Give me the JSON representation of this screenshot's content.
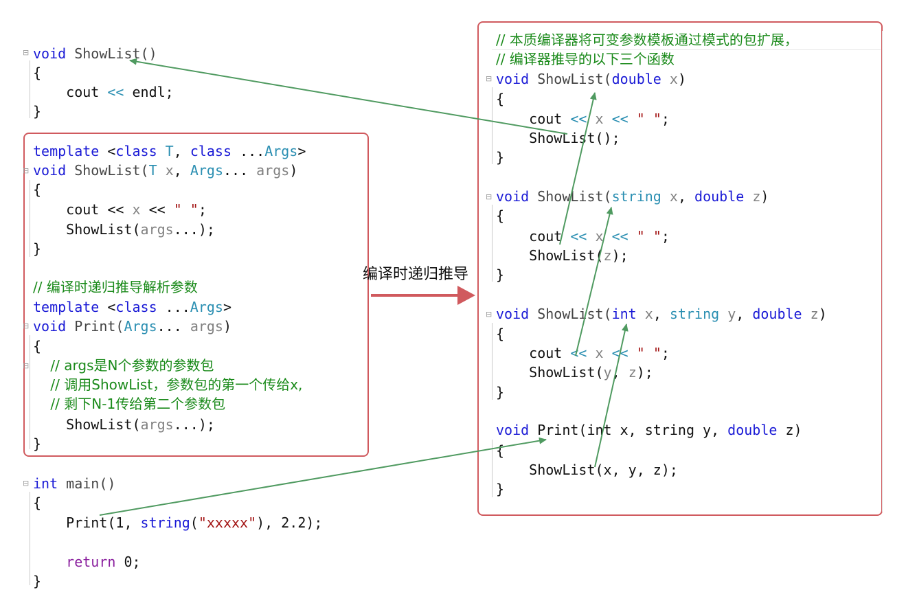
{
  "colors": {
    "keyword": "#1a1ad6",
    "type": "#2b8fb2",
    "func": "#444444",
    "param": "#808080",
    "string": "#a31515",
    "comment": "#1a8a1a",
    "plain": "#111111",
    "box_border": "#d05a5e",
    "green_arrow": "#4f9a60",
    "red_arrow": "#d05a5e",
    "purple": "#8a1f9e"
  },
  "left_code": [
    {
      "name": "line-void-showlist-empty",
      "segs": [
        [
          "void",
          "keyword"
        ],
        [
          " ShowList()",
          "func"
        ]
      ]
    },
    {
      "name": "line-open-brace-1",
      "segs": [
        [
          "{",
          "plain"
        ]
      ]
    },
    {
      "name": "line-cout-endl",
      "segs": [
        [
          "    cout ",
          "plain"
        ],
        [
          "<<",
          "type"
        ],
        [
          " endl;",
          "plain"
        ]
      ]
    },
    {
      "name": "line-close-brace-1",
      "segs": [
        [
          "}",
          "plain"
        ]
      ]
    },
    {
      "name": "line-template-T-Args",
      "segs": [
        [
          "template ",
          "keyword"
        ],
        [
          "<",
          "plain"
        ],
        [
          "class ",
          "keyword"
        ],
        [
          "T",
          "type"
        ],
        [
          ", ",
          "plain"
        ],
        [
          "class ",
          "keyword"
        ],
        [
          "...",
          "plain"
        ],
        [
          "Args",
          "type"
        ],
        [
          ">",
          "plain"
        ]
      ]
    },
    {
      "name": "line-void-showlist-T-args",
      "segs": [
        [
          "void",
          "keyword"
        ],
        [
          " ShowList(",
          "func"
        ],
        [
          "T ",
          "type"
        ],
        [
          "x",
          "param"
        ],
        [
          ", ",
          "plain"
        ],
        [
          "Args",
          "type"
        ],
        [
          "... ",
          "plain"
        ],
        [
          "args",
          "param"
        ],
        [
          ")",
          "plain"
        ]
      ]
    },
    {
      "name": "line-open-brace-2",
      "segs": [
        [
          "{",
          "plain"
        ]
      ]
    },
    {
      "name": "line-cout-x",
      "segs": [
        [
          "    cout << ",
          "plain"
        ],
        [
          "x",
          "param"
        ],
        [
          " << ",
          "plain"
        ],
        [
          "\" \"",
          "string"
        ],
        [
          ";",
          "plain"
        ]
      ]
    },
    {
      "name": "line-showlist-args",
      "segs": [
        [
          "    ShowList(",
          "plain"
        ],
        [
          "args",
          "param"
        ],
        [
          "...);",
          "plain"
        ]
      ]
    },
    {
      "name": "line-close-brace-2",
      "segs": [
        [
          "}",
          "plain"
        ]
      ]
    },
    {
      "name": "line-comment-recursive",
      "segs": [
        [
          "// 编译时递归推导解析参数",
          "comment"
        ]
      ]
    },
    {
      "name": "line-template-Args",
      "segs": [
        [
          "template ",
          "keyword"
        ],
        [
          "<",
          "plain"
        ],
        [
          "class ",
          "keyword"
        ],
        [
          "...",
          "plain"
        ],
        [
          "Args",
          "type"
        ],
        [
          ">",
          "plain"
        ]
      ]
    },
    {
      "name": "line-void-print-args",
      "segs": [
        [
          "void",
          "keyword"
        ],
        [
          " Print(",
          "func"
        ],
        [
          "Args",
          "type"
        ],
        [
          "... ",
          "plain"
        ],
        [
          "args",
          "param"
        ],
        [
          ")",
          "plain"
        ]
      ]
    },
    {
      "name": "line-open-brace-3",
      "segs": [
        [
          "{",
          "plain"
        ]
      ]
    },
    {
      "name": "line-comment-args-pack",
      "segs": [
        [
          "    // args是N个参数的参数包",
          "comment"
        ]
      ]
    },
    {
      "name": "line-comment-call-showlist",
      "segs": [
        [
          "    // 调用ShowList，参数包的第一个传给x,",
          "comment"
        ]
      ]
    },
    {
      "name": "line-comment-remaining",
      "segs": [
        [
          "    // 剩下N-1传给第二个参数包",
          "comment"
        ]
      ]
    },
    {
      "name": "line-showlist-args-2",
      "segs": [
        [
          "    ShowList(",
          "plain"
        ],
        [
          "args",
          "param"
        ],
        [
          "...);",
          "plain"
        ]
      ]
    },
    {
      "name": "line-close-brace-3",
      "segs": [
        [
          "}",
          "plain"
        ]
      ]
    },
    {
      "name": "line-int-main",
      "segs": [
        [
          "int",
          "keyword"
        ],
        [
          " main()",
          "func"
        ]
      ]
    },
    {
      "name": "line-open-brace-4",
      "segs": [
        [
          "{",
          "plain"
        ]
      ]
    },
    {
      "name": "line-print-call",
      "segs": [
        [
          "    Print(1, ",
          "plain"
        ],
        [
          "string",
          "keyword"
        ],
        [
          "(",
          "plain"
        ],
        [
          "\"xxxxx\"",
          "string"
        ],
        [
          "), 2.2);",
          "plain"
        ]
      ]
    },
    {
      "name": "line-return-0",
      "segs": [
        [
          "    ",
          "plain"
        ],
        [
          "return",
          "purple"
        ],
        [
          " 0;",
          "plain"
        ]
      ]
    },
    {
      "name": "line-close-brace-4",
      "segs": [
        [
          "}",
          "plain"
        ]
      ]
    }
  ],
  "right_code": [
    {
      "name": "line-comment-essence",
      "segs": [
        [
          "// 本质编译器将可变参数模板通过模式的包扩展，",
          "comment"
        ]
      ]
    },
    {
      "name": "line-comment-derived",
      "segs": [
        [
          "// 编译器推导的以下三个函数",
          "comment"
        ]
      ]
    },
    {
      "name": "line-void-showlist-double",
      "segs": [
        [
          "void",
          "keyword"
        ],
        [
          " ShowList(",
          "func"
        ],
        [
          "double ",
          "keyword"
        ],
        [
          "x",
          "param"
        ],
        [
          ")",
          "plain"
        ]
      ]
    },
    {
      "name": "line-open-brace-r1",
      "segs": [
        [
          "{",
          "plain"
        ]
      ]
    },
    {
      "name": "line-cout-x-r1",
      "segs": [
        [
          "    cout ",
          "plain"
        ],
        [
          "<<",
          "type"
        ],
        [
          " ",
          "plain"
        ],
        [
          "x",
          "param"
        ],
        [
          " ",
          "plain"
        ],
        [
          "<<",
          "type"
        ],
        [
          " ",
          "plain"
        ],
        [
          "\" \"",
          "string"
        ],
        [
          ";",
          "plain"
        ]
      ]
    },
    {
      "name": "line-showlist-empty-call",
      "segs": [
        [
          "    ShowList();",
          "plain"
        ]
      ]
    },
    {
      "name": "line-close-brace-r1",
      "segs": [
        [
          "}",
          "plain"
        ]
      ]
    },
    {
      "name": "line-void-showlist-string-double",
      "segs": [
        [
          "void",
          "keyword"
        ],
        [
          " ShowList(",
          "func"
        ],
        [
          "string ",
          "type"
        ],
        [
          "x",
          "param"
        ],
        [
          ", ",
          "plain"
        ],
        [
          "double ",
          "keyword"
        ],
        [
          "z",
          "param"
        ],
        [
          ")",
          "plain"
        ]
      ]
    },
    {
      "name": "line-open-brace-r2",
      "segs": [
        [
          "{",
          "plain"
        ]
      ]
    },
    {
      "name": "line-cout-x-r2",
      "segs": [
        [
          "    cout ",
          "plain"
        ],
        [
          "<<",
          "type"
        ],
        [
          " ",
          "plain"
        ],
        [
          "x",
          "param"
        ],
        [
          " ",
          "plain"
        ],
        [
          "<<",
          "type"
        ],
        [
          " ",
          "plain"
        ],
        [
          "\" \"",
          "string"
        ],
        [
          ";",
          "plain"
        ]
      ]
    },
    {
      "name": "line-showlist-z-call",
      "segs": [
        [
          "    ShowList(",
          "plain"
        ],
        [
          "z",
          "param"
        ],
        [
          ");",
          "plain"
        ]
      ]
    },
    {
      "name": "line-close-brace-r2",
      "segs": [
        [
          "}",
          "plain"
        ]
      ]
    },
    {
      "name": "line-void-showlist-int-string-double",
      "segs": [
        [
          "void",
          "keyword"
        ],
        [
          " ShowList(",
          "func"
        ],
        [
          "int ",
          "keyword"
        ],
        [
          "x",
          "param"
        ],
        [
          ", ",
          "plain"
        ],
        [
          "string ",
          "type"
        ],
        [
          "y",
          "param"
        ],
        [
          ", ",
          "plain"
        ],
        [
          "double ",
          "keyword"
        ],
        [
          "z",
          "param"
        ],
        [
          ")",
          "plain"
        ]
      ]
    },
    {
      "name": "line-open-brace-r3",
      "segs": [
        [
          "{",
          "plain"
        ]
      ]
    },
    {
      "name": "line-cout-x-r3",
      "segs": [
        [
          "    cout ",
          "plain"
        ],
        [
          "<<",
          "type"
        ],
        [
          " ",
          "plain"
        ],
        [
          "x",
          "param"
        ],
        [
          " ",
          "plain"
        ],
        [
          "<<",
          "type"
        ],
        [
          " ",
          "plain"
        ],
        [
          "\" \"",
          "string"
        ],
        [
          ";",
          "plain"
        ]
      ]
    },
    {
      "name": "line-showlist-yz-call",
      "segs": [
        [
          "    ShowList(",
          "plain"
        ],
        [
          "y",
          "param"
        ],
        [
          ", ",
          "plain"
        ],
        [
          "z",
          "param"
        ],
        [
          ");",
          "plain"
        ]
      ]
    },
    {
      "name": "line-close-brace-r3",
      "segs": [
        [
          "}",
          "plain"
        ]
      ]
    },
    {
      "name": "line-void-print-int-string-double",
      "segs": [
        [
          "void",
          "keyword"
        ],
        [
          " Print(int x, string y, ",
          "plain"
        ],
        [
          "double ",
          "keyword"
        ],
        [
          "z)",
          "plain"
        ]
      ]
    },
    {
      "name": "line-open-brace-r4",
      "segs": [
        [
          "{",
          "plain"
        ]
      ]
    },
    {
      "name": "line-showlist-xyz-call",
      "segs": [
        [
          "    ShowList(x, y, z);",
          "plain"
        ]
      ]
    },
    {
      "name": "line-close-brace-r4",
      "segs": [
        [
          "}",
          "plain"
        ]
      ]
    }
  ],
  "arrow_label": "编译时递归推导"
}
